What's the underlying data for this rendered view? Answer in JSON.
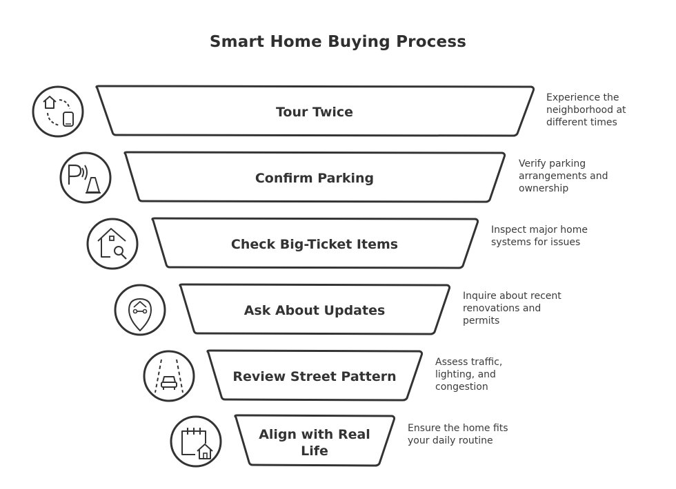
{
  "title": "Smart Home Buying Process",
  "colors": {
    "stroke": "#333333",
    "fill": "#ffffff",
    "text": "#333333"
  },
  "stages": [
    {
      "label": "Tour Twice",
      "description": "Experience the neighborhood at different times",
      "icon": "home-phone-cycle-icon"
    },
    {
      "label": "Confirm Parking",
      "description": "Verify parking arrangements and ownership",
      "icon": "parking-cone-icon"
    },
    {
      "label": "Check Big-Ticket Items",
      "description": "Inspect major home systems for issues",
      "icon": "house-inspect-icon"
    },
    {
      "label": "Ask About Updates",
      "description": "Inquire about recent renovations and permits",
      "icon": "house-wrench-pin-icon"
    },
    {
      "label": "Review Street Pattern",
      "description": "Assess traffic, lighting, and congestion",
      "icon": "car-road-icon"
    },
    {
      "label": "Align with Real Life",
      "description": "Ensure the home fits your daily routine",
      "icon": "calendar-house-icon"
    }
  ]
}
